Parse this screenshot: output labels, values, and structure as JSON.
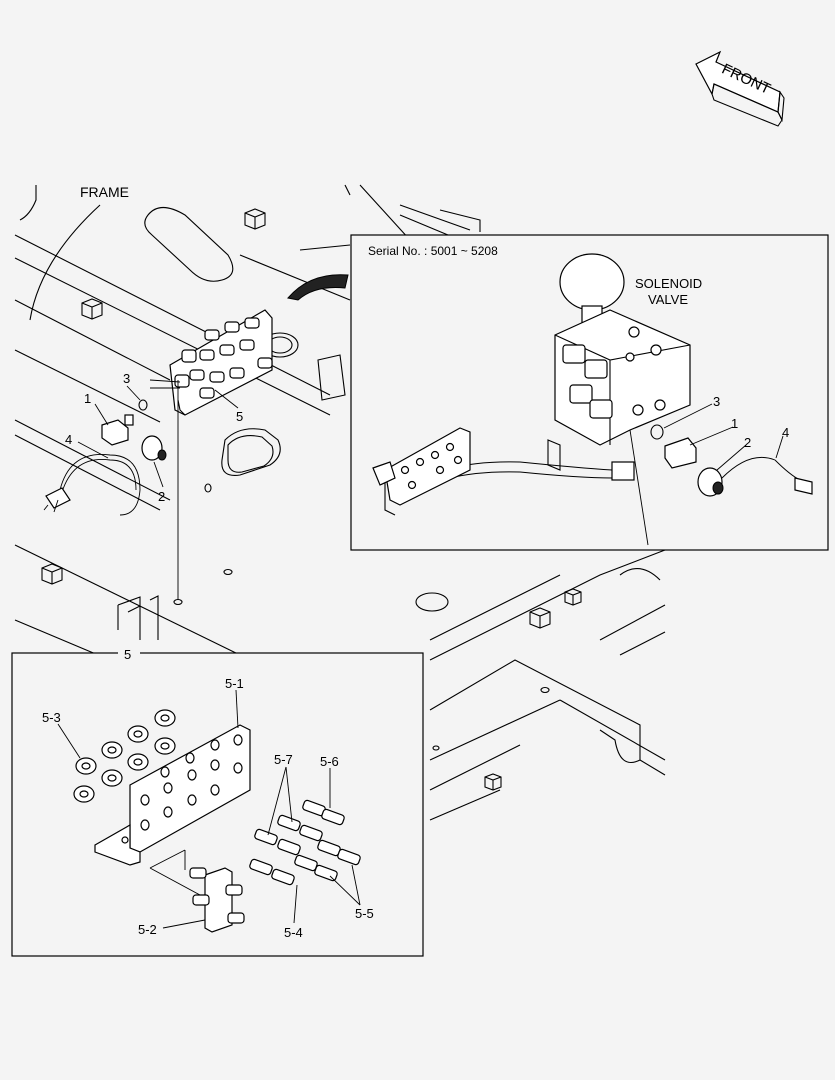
{
  "labels": {
    "front": "FRONT",
    "frame": "FRAME",
    "serial": "Serial No. : 5001 ~ 5208",
    "solenoid_line1": "SOLENOID",
    "solenoid_line2": "VALVE",
    "main_1": "1",
    "main_2": "2",
    "main_3": "3",
    "main_4": "4",
    "main_5": "5",
    "inset_1": "1",
    "inset_2": "2",
    "inset_3": "3",
    "inset_4": "4",
    "detail_title": "5",
    "detail_5_1": "5-1",
    "detail_5_2": "5-2",
    "detail_5_3": "5-3",
    "detail_5_4": "5-4",
    "detail_5_5": "5-5",
    "detail_5_6": "5-6",
    "detail_5_7": "5-7"
  }
}
